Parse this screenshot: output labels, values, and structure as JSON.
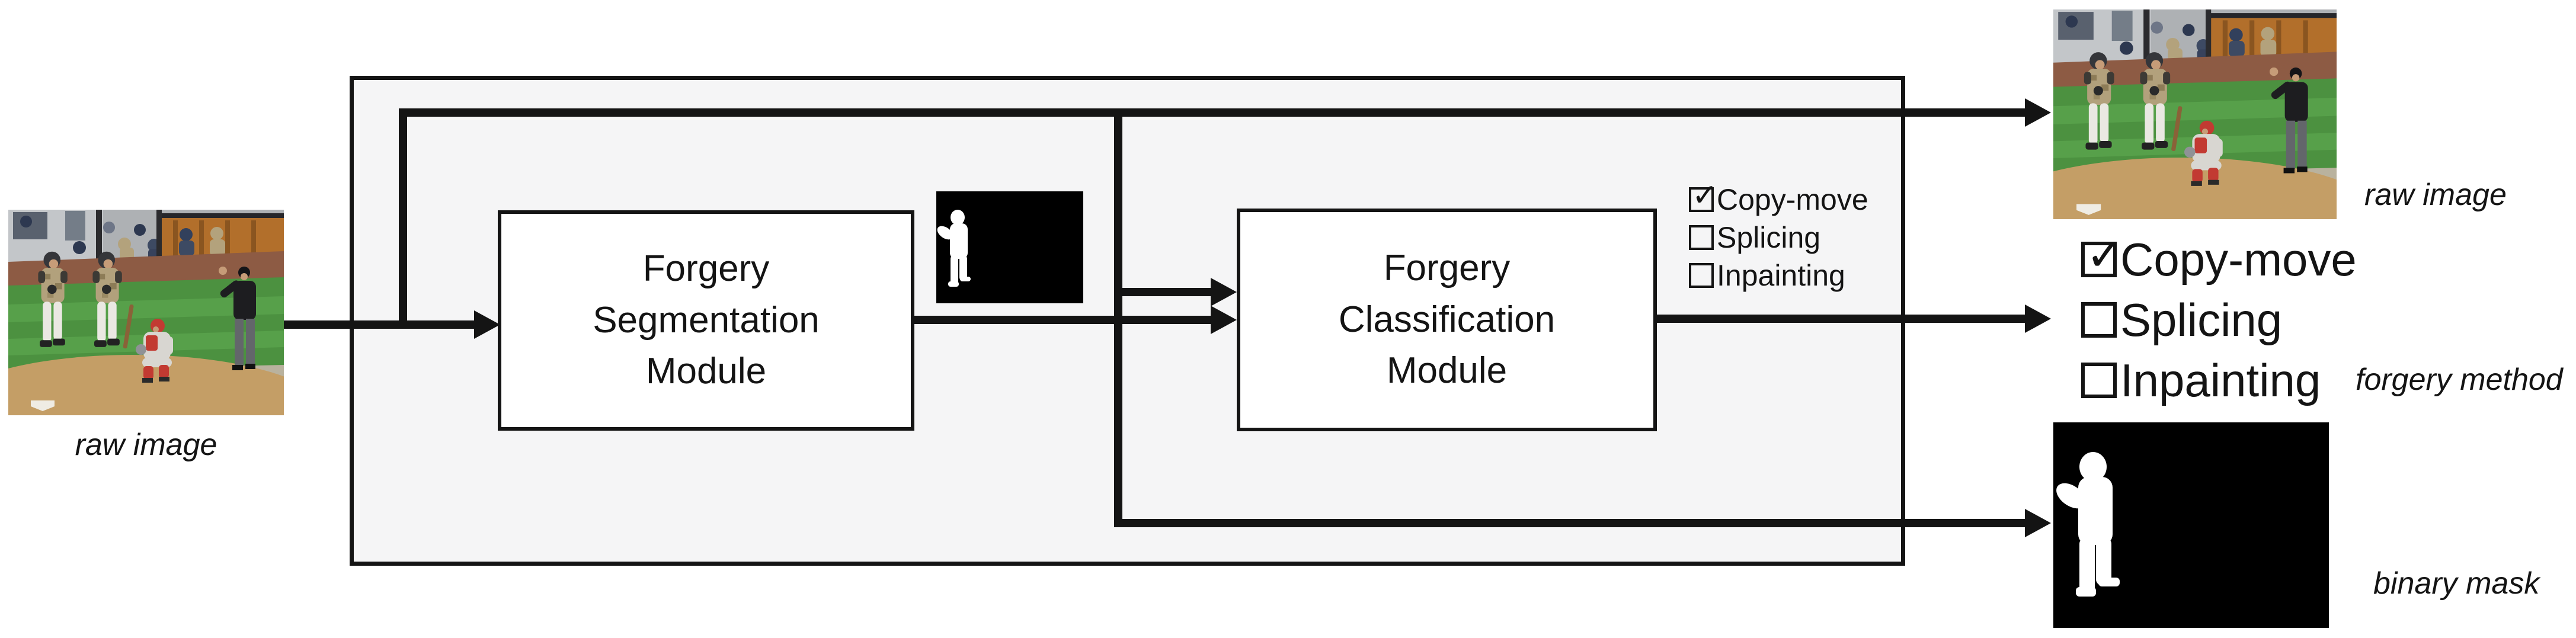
{
  "figure": {
    "captions": {
      "input_image": "raw image",
      "output_image": "raw image",
      "forgery_method": "forgery method",
      "binary_mask": "binary mask"
    },
    "modules": {
      "segmentation": {
        "line1": "Forgery",
        "line2": "Segmentation",
        "line3": "Module"
      },
      "classification": {
        "line1": "Forgery",
        "line2": "Classification",
        "line3": "Module"
      }
    },
    "inner_checklist": {
      "items": [
        {
          "label": "Copy-move",
          "checked": true,
          "glyph": "✓"
        },
        {
          "label": "Splicing",
          "checked": false,
          "glyph": ""
        },
        {
          "label": "Inpainting",
          "checked": false,
          "glyph": ""
        }
      ]
    },
    "output_checklist": {
      "items": [
        {
          "label": "Copy-move",
          "checked": true,
          "glyph": "✓"
        },
        {
          "label": "Splicing",
          "checked": false,
          "glyph": ""
        },
        {
          "label": "Inpainting",
          "checked": false,
          "glyph": ""
        }
      ]
    },
    "colors": {
      "line": "#141414",
      "pipeline_fill": "#f5f5f6",
      "module_fill": "#ffffff",
      "mask_background": "#000000",
      "mask_foreground": "#ffffff"
    }
  }
}
